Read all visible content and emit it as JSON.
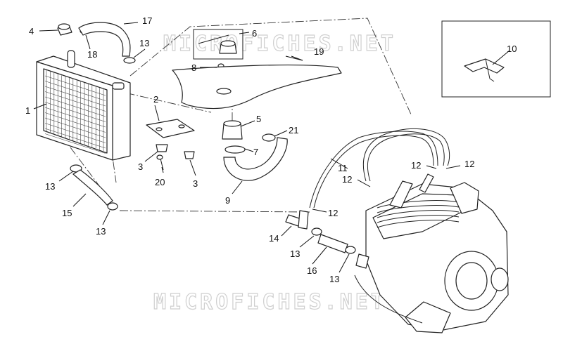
{
  "watermark": "MICROFICHES.NET",
  "callouts": [
    {
      "id": "c1",
      "label": "1"
    },
    {
      "id": "c2",
      "label": "2"
    },
    {
      "id": "c3a",
      "label": "3"
    },
    {
      "id": "c3b",
      "label": "3"
    },
    {
      "id": "c4",
      "label": "4"
    },
    {
      "id": "c5",
      "label": "5"
    },
    {
      "id": "c6",
      "label": "6"
    },
    {
      "id": "c7",
      "label": "7"
    },
    {
      "id": "c8",
      "label": "8"
    },
    {
      "id": "c9",
      "label": "9"
    },
    {
      "id": "c10",
      "label": "10"
    },
    {
      "id": "c11",
      "label": "11"
    },
    {
      "id": "c12a",
      "label": "12"
    },
    {
      "id": "c12b",
      "label": "12"
    },
    {
      "id": "c12c",
      "label": "12"
    },
    {
      "id": "c12d",
      "label": "12"
    },
    {
      "id": "c13a",
      "label": "13"
    },
    {
      "id": "c13b",
      "label": "13"
    },
    {
      "id": "c13c",
      "label": "13"
    },
    {
      "id": "c13d",
      "label": "13"
    },
    {
      "id": "c13e",
      "label": "13"
    },
    {
      "id": "c14",
      "label": "14"
    },
    {
      "id": "c15",
      "label": "15"
    },
    {
      "id": "c16",
      "label": "16"
    },
    {
      "id": "c17",
      "label": "17"
    },
    {
      "id": "c18",
      "label": "18"
    },
    {
      "id": "c19",
      "label": "19"
    },
    {
      "id": "c20",
      "label": "20"
    },
    {
      "id": "c21",
      "label": "21"
    }
  ]
}
